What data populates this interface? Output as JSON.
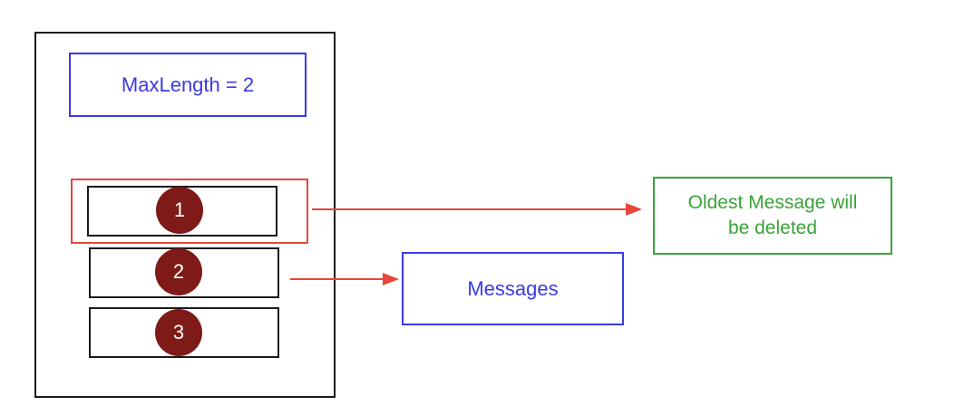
{
  "max_length_label": "MaxLength = 2",
  "slots": [
    {
      "number": "1"
    },
    {
      "number": "2"
    },
    {
      "number": "3"
    }
  ],
  "oldest_note": {
    "line1": "Oldest Message will",
    "line2": "be deleted"
  },
  "messages_label": "Messages",
  "colors": {
    "queue_border": "#1a1a1a",
    "max_length": "#3a3ae6",
    "highlight": "#e8453c",
    "badge": "#7e1a18",
    "oldest_note": "#3aa23a",
    "messages": "#3a3ae6",
    "arrow": "#e8453c"
  }
}
